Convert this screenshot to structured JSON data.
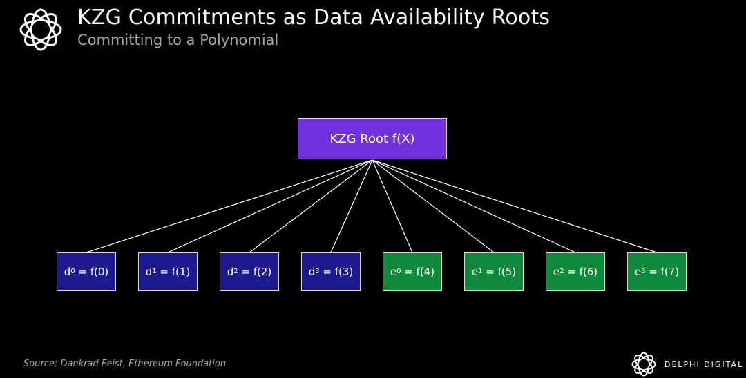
{
  "header": {
    "title": "KZG Commitments as Data Availability Roots",
    "subtitle": "Committing to a Polynomial",
    "logo_icon": "delphi-knot-icon"
  },
  "diagram": {
    "root": {
      "label": "KZG Root f(X)",
      "color": "#7030dc"
    },
    "leaves": [
      {
        "var": "d",
        "sub": "0",
        "expr": " = f(0)",
        "color": "#1f1990"
      },
      {
        "var": "d",
        "sub": "1",
        "expr": " = f(1)",
        "color": "#1f1990"
      },
      {
        "var": "d",
        "sub": "2",
        "expr": " = f(2)",
        "color": "#1f1990"
      },
      {
        "var": "d",
        "sub": "3",
        "expr": " = f(3)",
        "color": "#1f1990"
      },
      {
        "var": "e",
        "sub": "0",
        "expr": " = f(4)",
        "color": "#0f8a3c"
      },
      {
        "var": "e",
        "sub": "1",
        "expr": " = f(5)",
        "color": "#0f8a3c"
      },
      {
        "var": "e",
        "sub": "2",
        "expr": " = f(6)",
        "color": "#0f8a3c"
      },
      {
        "var": "e",
        "sub": "3",
        "expr": " = f(7)",
        "color": "#0f8a3c"
      }
    ],
    "line_color": "#ffffff"
  },
  "footer": {
    "source": "Source: Dankrad Feist, Ethereum Foundation",
    "brand": "DELPHI DIGITAL",
    "brand_icon": "delphi-knot-icon"
  }
}
